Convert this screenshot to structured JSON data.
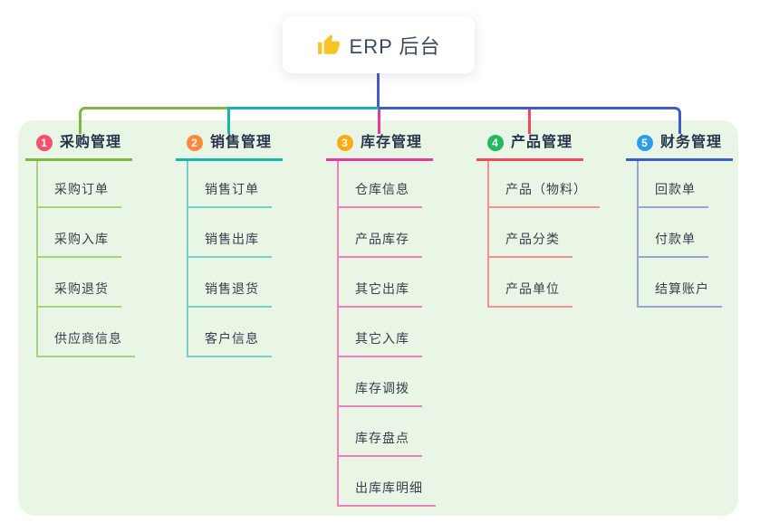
{
  "root": {
    "label": "ERP 后台",
    "icon": "thumbs-up"
  },
  "canvas": {
    "panel_background": "#eaf6e5",
    "root_connector_color": "#4a5ac9",
    "thumb_color": "#f7c325"
  },
  "branches": [
    {
      "badge": "1",
      "title": "采购管理",
      "colors": {
        "badge": "#f4516c",
        "line": "#7cb93e",
        "item_line": "#a9d378"
      },
      "items": [
        "采购订单",
        "采购入库",
        "采购退货",
        "供应商信息"
      ]
    },
    {
      "badge": "2",
      "title": "销售管理",
      "colors": {
        "badge": "#fb8a3c",
        "line": "#13b5ac",
        "item_line": "#74d0c8"
      },
      "items": [
        "销售订单",
        "销售出库",
        "销售退货",
        "客户信息"
      ]
    },
    {
      "badge": "3",
      "title": "库存管理",
      "colors": {
        "badge": "#f9ad14",
        "line": "#e53a9e",
        "item_line": "#ef7fc0"
      },
      "items": [
        "仓库信息",
        "产品库存",
        "其它出库",
        "其它入库",
        "库存调拨",
        "库存盘点",
        "出库库明细"
      ]
    },
    {
      "badge": "4",
      "title": "产品管理",
      "colors": {
        "badge": "#25b864",
        "line": "#f5485f",
        "item_line": "#f98f8f"
      },
      "items": [
        "产品（物料）",
        "产品分类",
        "产品单位"
      ]
    },
    {
      "badge": "5",
      "title": "财务管理",
      "colors": {
        "badge": "#2b9fe6",
        "line": "#3c5ec9",
        "item_line": "#96a7d6"
      },
      "items": [
        "回款单",
        "付款单",
        "结算账户"
      ]
    }
  ]
}
